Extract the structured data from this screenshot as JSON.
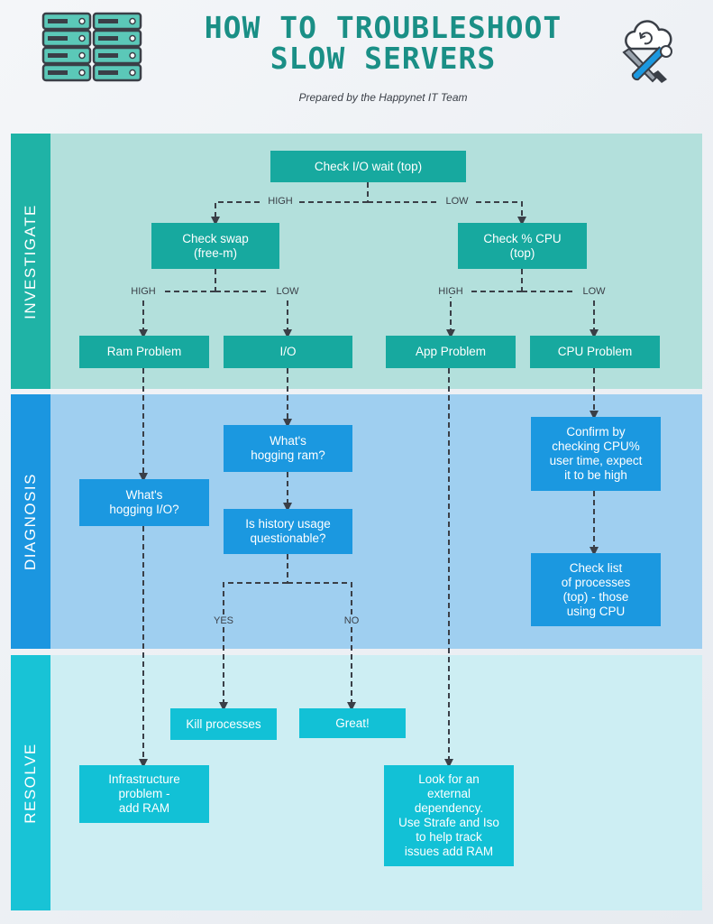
{
  "header": {
    "title": "HOW TO TROUBLESHOOT\nSLOW SERVERS",
    "subtitle": "Prepared by the Happynet IT Team",
    "server_icon": "server-rack-icon",
    "tools_icon": "cloud-wrench-screwdriver-icon"
  },
  "colors": {
    "title": "#1a8f86",
    "investigate_band": "#b3e0dc",
    "investigate_label": "#1fb3a6",
    "investigate_node": "#17a99f",
    "diagnosis_band": "#9fcff0",
    "diagnosis_label": "#1b96e0",
    "diagnosis_node": "#1b98e0",
    "resolve_band": "#cdeef3",
    "resolve_label": "#18c3d6",
    "resolve_node": "#12c1d6"
  },
  "bands": {
    "investigate": "INVESTIGATE",
    "diagnosis": "DIAGNOSIS",
    "resolve": "RESOLVE"
  },
  "nodes": {
    "check_io_wait": "Check I/O wait (top)",
    "check_swap": "Check swap\n(free-m)",
    "check_cpu": "Check % CPU\n(top)",
    "ram_problem": "Ram Problem",
    "io": "I/O",
    "app_problem": "App Problem",
    "cpu_problem": "CPU Problem",
    "whats_hogging_ram": "What's\nhogging ram?",
    "whats_hogging_io": "What's\nhogging I/O?",
    "history_usage": "Is history usage\nquestionable?",
    "confirm_cpu": "Confirm by\nchecking CPU%\nuser time, expect\nit to be high",
    "check_processes": "Check list\nof processes\n(top) - those\nusing CPU",
    "kill_processes": "Kill processes",
    "great": "Great!",
    "infrastructure": "Infrastructure\nproblem -\nadd RAM",
    "external_dependency": "Look for an\nexternal\ndependency.\nUse Strafe and Iso\nto help track\nissues add RAM"
  },
  "edge_labels": {
    "io_high": "HIGH",
    "io_low": "LOW",
    "swap_high": "HIGH",
    "swap_low": "LOW",
    "cpu_high": "HIGH",
    "cpu_low": "LOW",
    "history_yes": "YES",
    "history_no": "NO"
  }
}
